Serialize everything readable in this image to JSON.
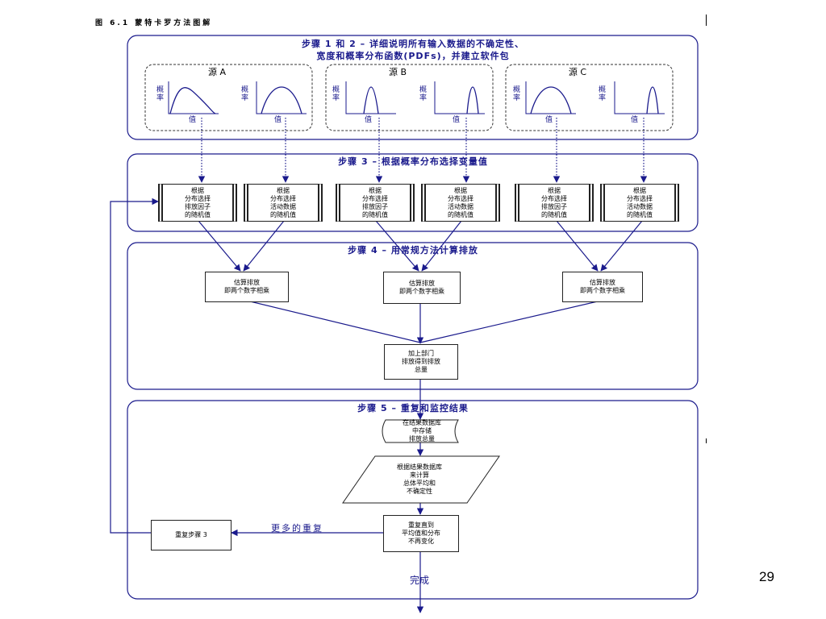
{
  "figure_title": "图 6.1  蒙特卡罗方法图解",
  "page_number": "29",
  "colors": {
    "frame": "#1a1a8c",
    "arrow": "#1a1a8c",
    "dotted_arrow": "#1a1a8c",
    "box_border": "#222222"
  },
  "step12": {
    "title_line1": "步骤 1 和 2 – 详细说明所有输入数据的不确定性、",
    "title_line2": "宽度和概率分布函数(PDFs)，并建立软件包",
    "sources": [
      {
        "name": "源 A",
        "plots": [
          {
            "y": "概率",
            "x": "值",
            "shape": "wide-skewed"
          },
          {
            "y": "概率",
            "x": "值",
            "shape": "wide-symmetric"
          }
        ]
      },
      {
        "name": "源 B",
        "plots": [
          {
            "y": "概率",
            "x": "值",
            "shape": "narrow"
          },
          {
            "y": "概率",
            "x": "值",
            "shape": "narrow-right"
          }
        ]
      },
      {
        "name": "源 C",
        "plots": [
          {
            "y": "概率",
            "x": "值",
            "shape": "wide-symmetric"
          },
          {
            "y": "概率",
            "x": "值",
            "shape": "narrow-right"
          }
        ]
      }
    ]
  },
  "step3": {
    "title": "步骤 3 – 根据概率分布选择变量值",
    "boxes": [
      "根据\n分布选择\n排放因子\n的随机值",
      "根据\n分布选择\n活动数据\n的随机值",
      "根据\n分布选择\n排放因子\n的随机值",
      "根据\n分布选择\n活动数据\n的随机值",
      "根据\n分布选择\n排放因子\n的随机值",
      "根据\n分布选择\n活动数据\n的随机值"
    ]
  },
  "step4": {
    "title": "步骤 4 – 用常规方法计算排放",
    "estimate_boxes": [
      "估算排放\n即两个数字相乘",
      "估算排放\n即两个数字相乘",
      "估算排放\n即两个数字相乘"
    ],
    "sum_box": "加上部门\n排放得到排放\n总量"
  },
  "step5": {
    "title": "步骤 5 – 重复和监控结果",
    "store_box": "在结果数据库\n中存储\n排放总量",
    "calc_box": "根据结果数据库\n来计算\n总体平均和\n不确定性",
    "repeat_box": "重复直到\n平均值和分布\n不再变化",
    "repeat_step3_box": "重复步骤 3",
    "more_repeats_label": "更多的重复",
    "done_label": "完成"
  }
}
